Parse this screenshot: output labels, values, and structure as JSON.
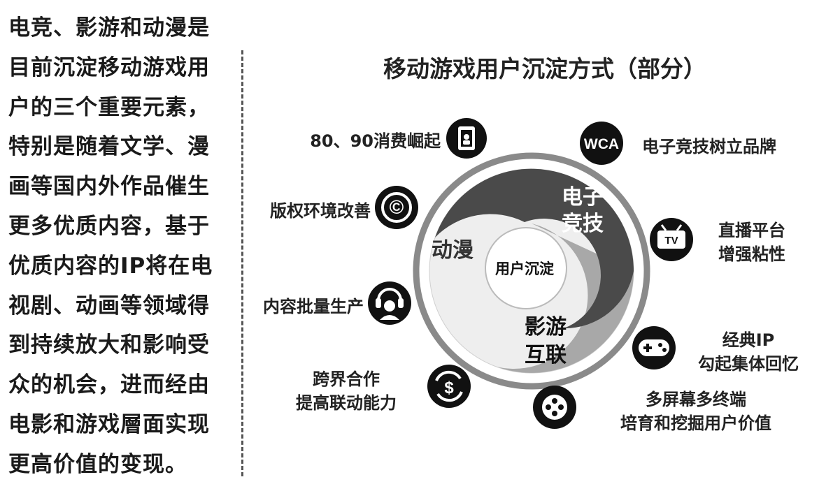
{
  "left_paragraph": [
    "电竞、影游和动漫是",
    "目前沉淀移动游戏用",
    "户的三个重要元素，",
    "特别是随着文学、漫",
    "画等国内外作品催生",
    "更多优质内容，基于",
    "优质内容的IP将在电",
    "视剧、动画等领域得",
    "到持续放大和影响受",
    "众的机会，进而经由",
    "电影和游戏層面实现",
    "更高价值的变现。"
  ],
  "diagram": {
    "title": "移动游戏用户沉淀方式（部分）",
    "center": "用户沉淀",
    "segments": {
      "esports": [
        "电子",
        "竞技"
      ],
      "anime": "动漫",
      "film_game": [
        "影游",
        "互联"
      ]
    },
    "items": {
      "consumer": "80、90消费崛起",
      "copyright": "版权环境改善",
      "content": "内容批量生产",
      "crossover": [
        "跨界合作",
        "提高联动能力"
      ],
      "brand": "电子竞技树立品牌",
      "live": [
        "直播平台",
        "增强粘性"
      ],
      "classic_ip": [
        "经典IP",
        "勾起集体回忆"
      ],
      "multiscreen": [
        "多屏幕多终端",
        "培育和挖掘用户价值"
      ]
    },
    "icons": {
      "wca_badge": "WCA",
      "tv_badge": "TV",
      "copyright_symbol": "©",
      "dollar_symbol": "$"
    },
    "colors": {
      "esports": "#4a4a4a",
      "anime": "#eeeeee",
      "film_game": "#a8a8a8",
      "ring": "#8a8a8a",
      "icon": "#111111"
    }
  }
}
